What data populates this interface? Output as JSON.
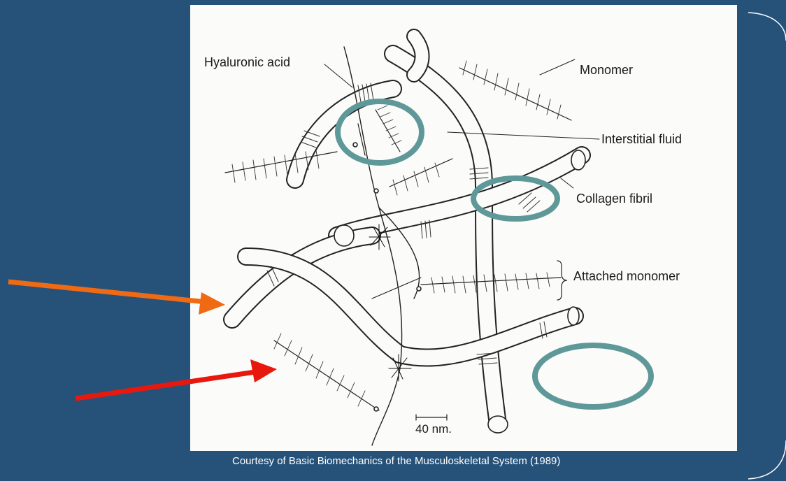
{
  "diagram": {
    "labels": {
      "hyaluronic_acid": "Hyaluronic acid",
      "monomer": "Monomer",
      "interstitial_fluid": "Interstitial fluid",
      "collagen_fibril": "Collagen fibril",
      "attached_monomer": "Attached monomer",
      "scale_bar": "40 nm."
    }
  },
  "caption": "Courtesy of Basic Biomechanics of the Musculoskeletal System (1989)",
  "colors": {
    "background": "#26527a",
    "highlight_ring": "#5f9898",
    "orange_arrow": "#f06a14",
    "red_arrow": "#e8180e"
  }
}
